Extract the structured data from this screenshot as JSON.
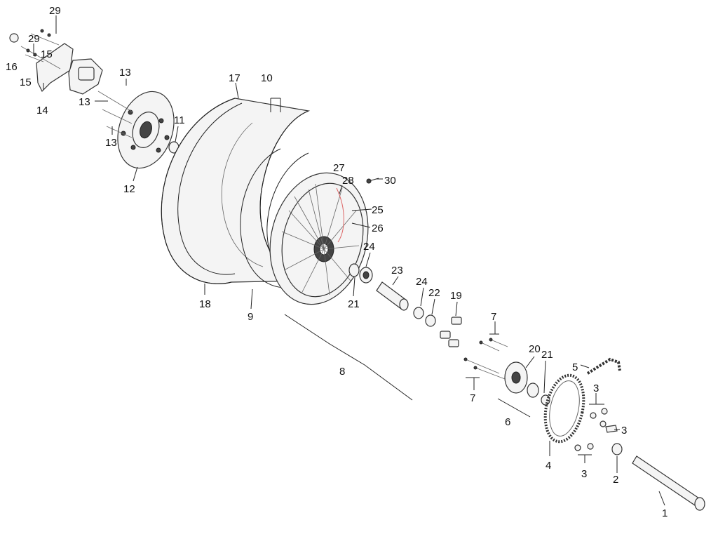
{
  "callouts": [
    {
      "id": "c1",
      "text": "1"
    },
    {
      "id": "c2",
      "text": "2"
    },
    {
      "id": "c3a",
      "text": "3"
    },
    {
      "id": "c3b",
      "text": "3"
    },
    {
      "id": "c3c",
      "text": "3"
    },
    {
      "id": "c4",
      "text": "4"
    },
    {
      "id": "c5",
      "text": "5"
    },
    {
      "id": "c6",
      "text": "6"
    },
    {
      "id": "c7a",
      "text": "7"
    },
    {
      "id": "c7b",
      "text": "7"
    },
    {
      "id": "c8",
      "text": "8"
    },
    {
      "id": "c9",
      "text": "9"
    },
    {
      "id": "c10",
      "text": "10"
    },
    {
      "id": "c11",
      "text": "11"
    },
    {
      "id": "c12",
      "text": "12"
    },
    {
      "id": "c13a",
      "text": "13"
    },
    {
      "id": "c13b",
      "text": "13"
    },
    {
      "id": "c13c",
      "text": "13"
    },
    {
      "id": "c14",
      "text": "14"
    },
    {
      "id": "c15a",
      "text": "15"
    },
    {
      "id": "c15b",
      "text": "15"
    },
    {
      "id": "c16",
      "text": "16"
    },
    {
      "id": "c17",
      "text": "17"
    },
    {
      "id": "c18",
      "text": "18"
    },
    {
      "id": "c19",
      "text": "19"
    },
    {
      "id": "c20",
      "text": "20"
    },
    {
      "id": "c21a",
      "text": "21"
    },
    {
      "id": "c21b",
      "text": "21"
    },
    {
      "id": "c22",
      "text": "22"
    },
    {
      "id": "c23",
      "text": "23"
    },
    {
      "id": "c24a",
      "text": "24"
    },
    {
      "id": "c24b",
      "text": "24"
    },
    {
      "id": "c25",
      "text": "25"
    },
    {
      "id": "c26",
      "text": "26"
    },
    {
      "id": "c27",
      "text": "27"
    },
    {
      "id": "c28",
      "text": "28"
    },
    {
      "id": "c29a",
      "text": "29"
    },
    {
      "id": "c29b",
      "text": "29"
    },
    {
      "id": "c30",
      "text": "30"
    }
  ]
}
